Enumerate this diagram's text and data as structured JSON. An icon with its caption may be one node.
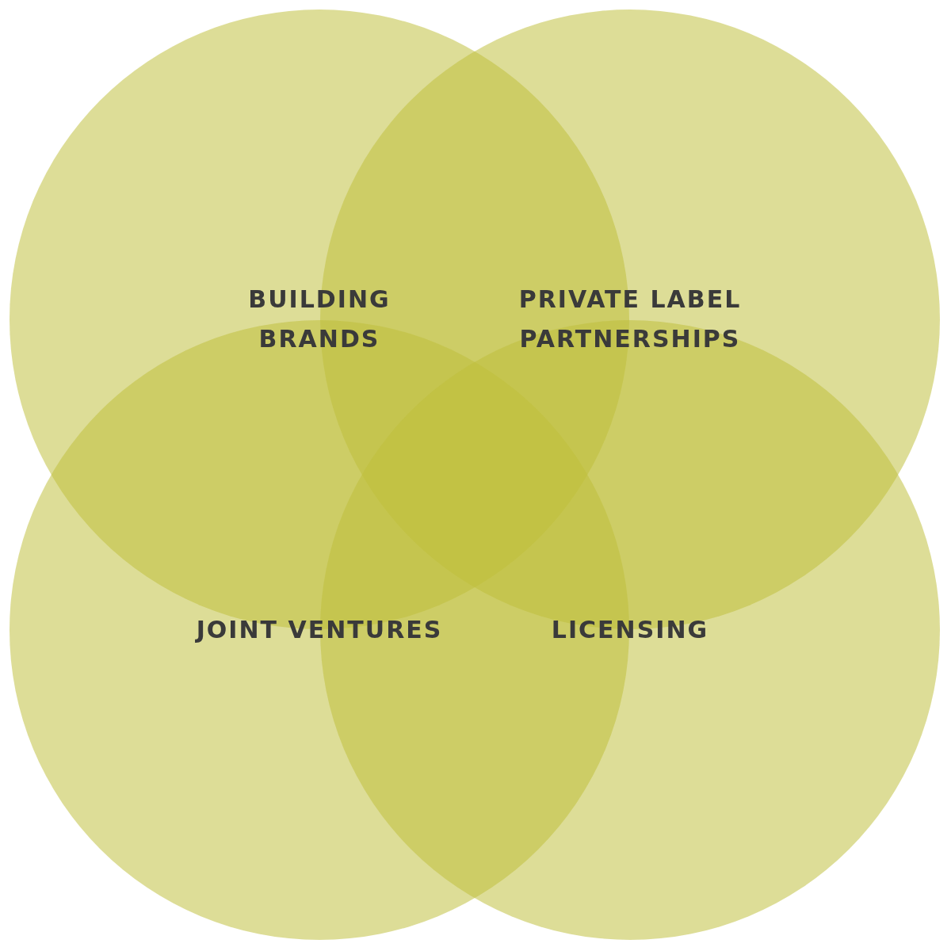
{
  "diagram": {
    "nodes": [
      {
        "text": [
          "BUILDING BRANDS"
        ]
      },
      {
        "text": [
          "PRIVATE LABEL PARTNERSHIPS"
        ]
      },
      {
        "text": [
          "JOINT VENTURES"
        ]
      },
      {
        "text": [
          "LICENSING"
        ]
      }
    ]
  }
}
